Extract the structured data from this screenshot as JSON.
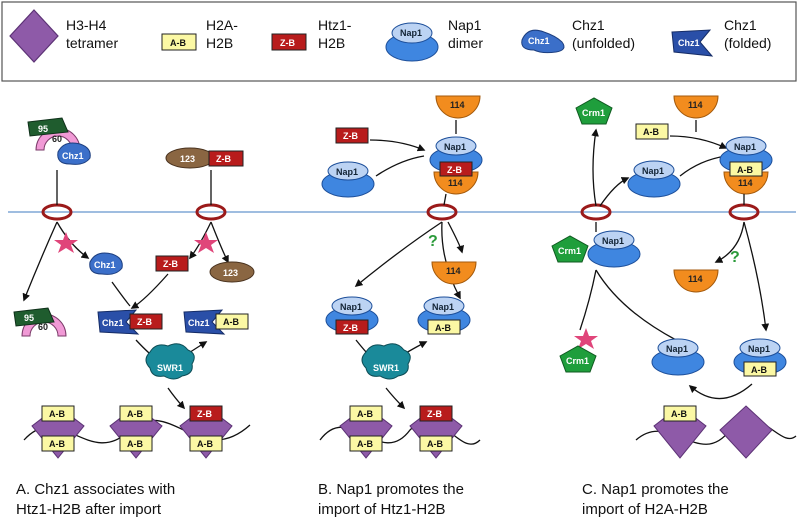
{
  "legend": {
    "h3h4": [
      "H3-H4",
      "tetramer"
    ],
    "h2a": [
      "H2A-",
      "H2B"
    ],
    "htz1": [
      "Htz1-",
      "H2B"
    ],
    "nap1": [
      "Nap1",
      "dimer"
    ],
    "chz1_unfolded": [
      "Chz1",
      "(unfolded)"
    ],
    "chz1_folded": [
      "Chz1",
      "(folded)"
    ]
  },
  "labels": {
    "ab": "A-B",
    "zb": "Z-B",
    "nap1": "Nap1",
    "chz1": "Chz1",
    "crm1": "Crm1",
    "swr1": "SWR1",
    "n95": "95",
    "n60": "60",
    "n123": "123",
    "n114": "114",
    "question": "?"
  },
  "captions": {
    "a": [
      "A. Chz1 associates with",
      "Htz1-H2B after import"
    ],
    "b": [
      "B. Nap1 promotes the",
      "import of Htz1-H2B"
    ],
    "c": [
      "C. Nap1 promotes the",
      "import of H2A-H2B"
    ]
  },
  "colors": {
    "h3h4": "#8e5aa8",
    "ab_fill": "#fbf8a4",
    "zb_fill": "#b81c1c",
    "nap1": "#3f86e0",
    "nap1_light": "#bcd3f3",
    "chz1": "#3b6fc9",
    "crm1": "#1f9e3c",
    "swr1": "#1a8a9a",
    "kap114": "#f28c1e",
    "kap95": "#1f5c2e",
    "kap60": "#f19ad6",
    "kap123": "#8a6642",
    "membrane": "#9fbde0",
    "pore": "#9b1a1a",
    "star": "#e0457a"
  }
}
